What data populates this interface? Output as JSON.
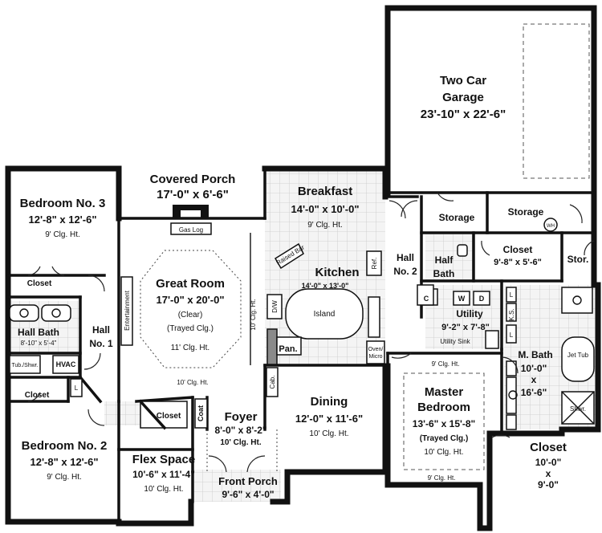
{
  "rooms": {
    "garage": {
      "name1": "Two Car",
      "name2": "Garage",
      "dims": "23'-10\" x 22'-6\""
    },
    "covered_porch": {
      "name": "Covered Porch",
      "dims": "17'-0\" x 6'-6\""
    },
    "breakfast": {
      "name": "Breakfast",
      "dims": "14'-0\" x 10'-0\"",
      "clg": "9' Clg. Ht."
    },
    "bedroom3": {
      "name": "Bedroom No. 3",
      "dims": "12'-8\" x 12'-6\"",
      "clg": "9' Clg. Ht."
    },
    "great_room": {
      "name": "Great Room",
      "dims": "17'-0\" x 20'-0\"",
      "note1": "(Clear)",
      "note2": "(Trayed Clg.)",
      "clg": "11' Clg. Ht.",
      "bottom_clg": "10' Clg. Ht.",
      "side_clg": "10' Clg. Ht."
    },
    "kitchen": {
      "name": "Kitchen",
      "dims": "14'-0\" x 13'-0\""
    },
    "storage1": {
      "name": "Storage"
    },
    "storage2": {
      "name": "Storage"
    },
    "hall2": {
      "name1": "Hall",
      "name2": "No. 2"
    },
    "half_bath": {
      "name1": "Half",
      "name2": "Bath"
    },
    "closet_main": {
      "name": "Closet",
      "dims": "9'-8\" x 5'-6\""
    },
    "stor": {
      "name": "Stor."
    },
    "utility": {
      "name": "Utility",
      "dims": "9'-2\" x 7'-8\"",
      "sink": "Utility Sink"
    },
    "hall_bath": {
      "name": "Hall Bath",
      "dims": "8'-10\" x 5'-4\"",
      "tub": "Tub./Shwr."
    },
    "hall1": {
      "name1": "Hall",
      "name2": "No. 1"
    },
    "closet_b3": {
      "name": "Closet"
    },
    "closet_b2": {
      "name": "Closet"
    },
    "closet_flex": {
      "name": "Closet"
    },
    "hvac": {
      "name": "HVAC"
    },
    "pantry": {
      "name": "Pan."
    },
    "master_bath": {
      "name": "M. Bath",
      "dims1": "10'-0\"",
      "dims2": "x",
      "dims3": "16'-6\"",
      "tub": "Jet Tub",
      "shower": "Shwr."
    },
    "dining": {
      "name": "Dining",
      "dims": "12'-0\" x 11'-6\"",
      "clg": "10' Clg. Ht."
    },
    "foyer": {
      "name": "Foyer",
      "dims": "8'-0\" x 8'-2\"",
      "clg": "10' Clg. Ht."
    },
    "master_bedroom": {
      "name1": "Master",
      "name2": "Bedroom",
      "dims": "13'-6\" x 15'-8\"",
      "note": "(Trayed Clg.)",
      "clg": "10' Clg. Ht.",
      "top_clg": "9' Clg. Ht.",
      "bottom_clg": "9' Clg. Ht."
    },
    "bedroom2": {
      "name": "Bedroom No. 2",
      "dims": "12'-8\" x 12'-6\"",
      "clg": "9' Clg. Ht."
    },
    "flex": {
      "name": "Flex Space",
      "dims": "10'-6\" x 11'-4\"",
      "clg": "10' Clg. Ht."
    },
    "front_porch": {
      "name": "Front Porch",
      "dims": "9'-6\" x 4'-0\""
    },
    "closet_master": {
      "name": "Closet",
      "dims1": "10'-0\"",
      "dims2": "x",
      "dims3": "9'-0\""
    }
  },
  "fixtures": {
    "gas_log": "Gas Log",
    "entertainment": "Entertainment",
    "raised_bar": "Raised Bar",
    "island": "Island",
    "dw": "D/W",
    "ref": "Ref.",
    "oven_micro1": "Oven/",
    "oven_micro2": "Micro",
    "coat": "Coat",
    "cab": "Cab.",
    "wh": "WH",
    "washer": "W",
    "dryer": "D",
    "c": "C",
    "ks": "K.S.",
    "l": "L"
  }
}
